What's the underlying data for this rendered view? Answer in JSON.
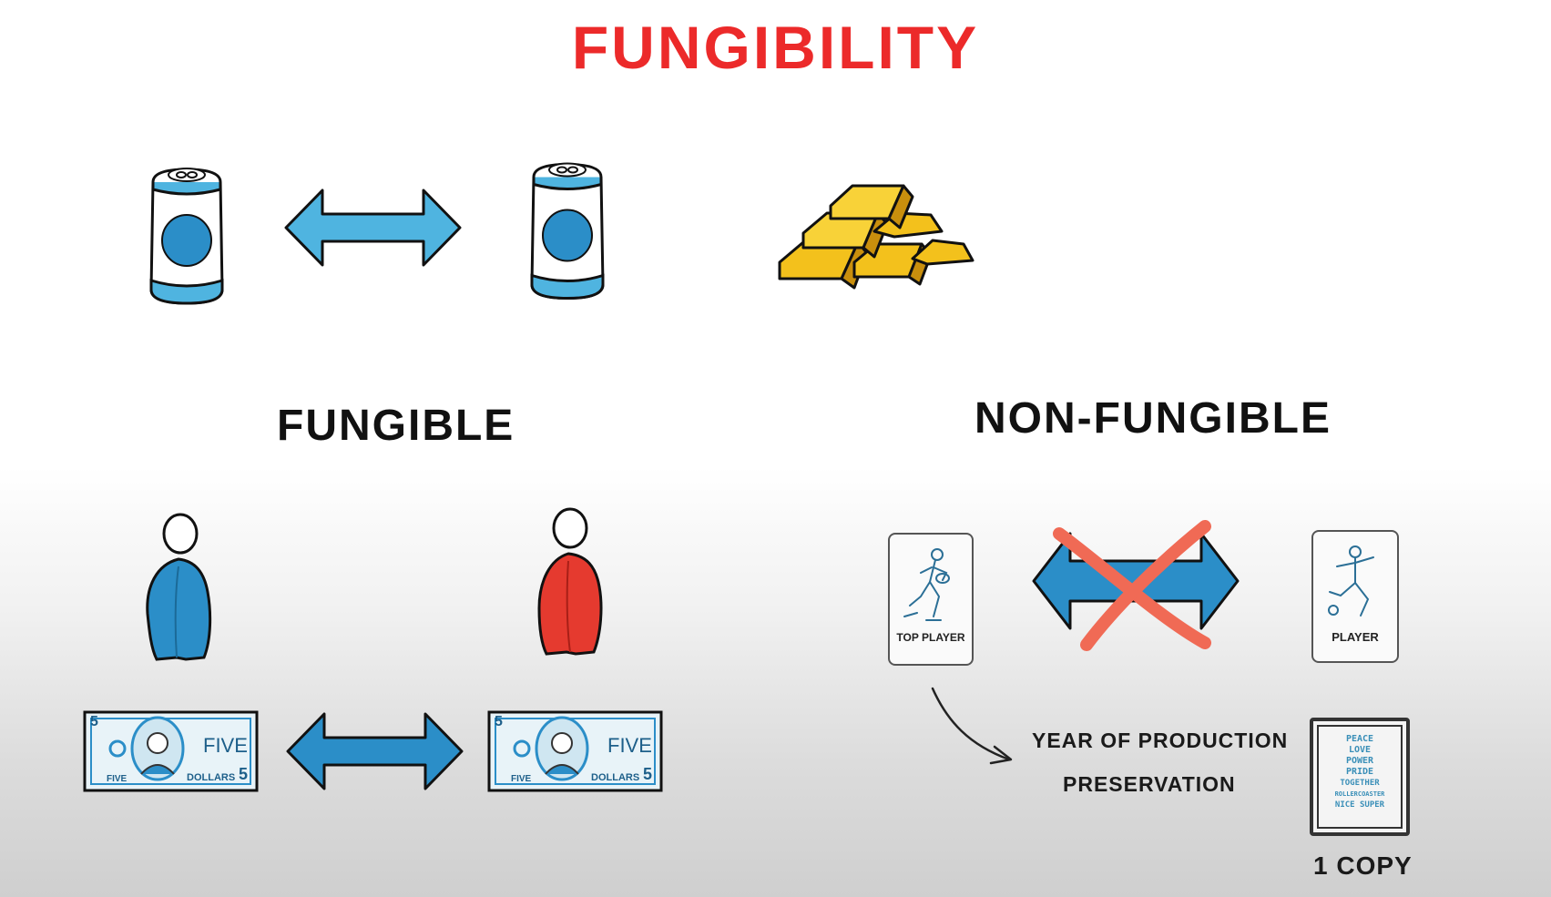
{
  "title": "FUNGIBILITY",
  "left_heading": "FUNGIBLE",
  "right_heading": "NON-FUNGIBLE",
  "card_left_label": "TOP PLAYER",
  "card_right_label": "PLAYER",
  "attributes": [
    "YEAR OF PRODUCTION",
    "PRESERVATION"
  ],
  "copy_label": "1 COPY",
  "bill": {
    "corner": "5",
    "word": "FIVE",
    "bottom_left": "FIVE",
    "bottom_right": "DOLLARS"
  },
  "art_words": [
    "PEACE",
    "LOVE",
    "POWER",
    "PRIDE",
    "TOGETHER",
    "ROLLERCOASTER",
    "NICE SUPER"
  ],
  "colors": {
    "title": "#ec2a2a",
    "blue": "#2b8ec8",
    "light_blue": "#4fb4e0",
    "red": "#e53a2f",
    "gold": "#f3c11c",
    "cross": "#f06a55"
  }
}
